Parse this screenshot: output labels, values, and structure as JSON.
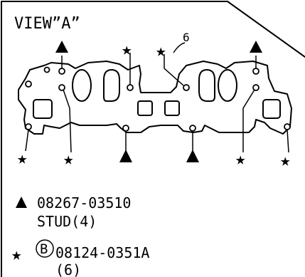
{
  "view_title": "VIEW”A”",
  "callout_number": "6",
  "legend": {
    "triangle_part": "08267-03510",
    "triangle_desc": "STUD(4)",
    "star_circled_letter": "B",
    "star_part": "08124-0351A",
    "star_qty": "(6)"
  },
  "icons": {
    "triangle": "triangle-marker-icon",
    "star": "star-marker-icon"
  }
}
